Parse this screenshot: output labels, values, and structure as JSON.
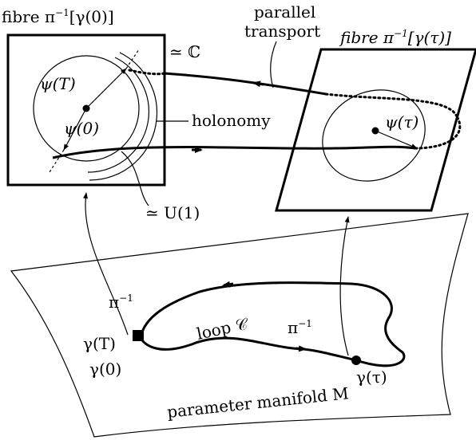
{
  "labels": {
    "fibre_left": "fibre π",
    "fibre_left_sup": "−1",
    "fibre_left_tail": "[γ(0)]",
    "fibre_right": "fibre π",
    "fibre_right_sup": "−1",
    "fibre_right_tail": "[γ(τ)]",
    "parallel_transport_1": "parallel",
    "parallel_transport_2": "transport",
    "iso_C": "≃ ℂ",
    "iso_U1": "≃ U(1)",
    "holonomy": "holonomy",
    "psi_T": "ψ(T)",
    "psi_0": "ψ(0)",
    "psi_tau": "ψ(τ)",
    "pi_inv_left": "π",
    "pi_inv_left_sup": "−1",
    "pi_inv_right": "π",
    "pi_inv_right_sup": "−1",
    "loop": "loop 𝒞",
    "gamma_T": "γ(T)",
    "gamma_0": "γ(0)",
    "gamma_tau": "γ(τ)",
    "manifold": "parameter manifold M"
  }
}
